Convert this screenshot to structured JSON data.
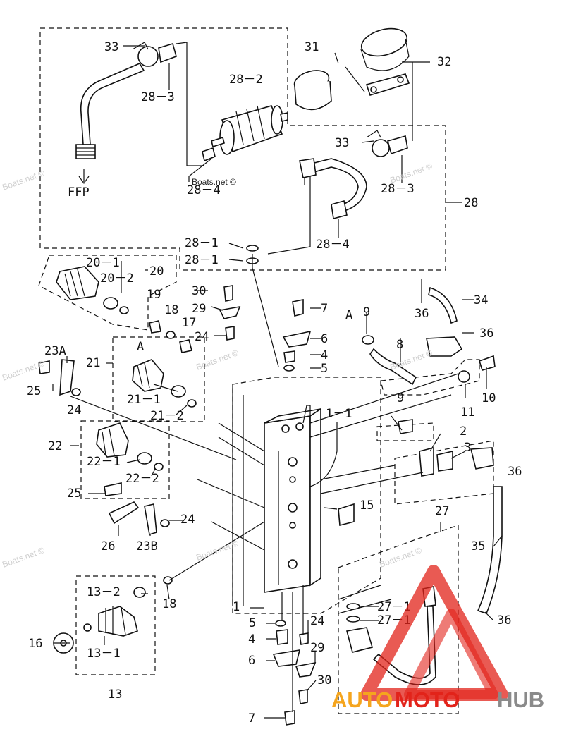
{
  "labels": {
    "l33a": "33",
    "l283a": "28－3",
    "l282": "28－2",
    "l31": "31",
    "l32": "32",
    "l33b": "33",
    "l283b": "28－3",
    "l284a": "28－4",
    "l284b": "28－4",
    "l28": "28",
    "l281a": "28－1",
    "l281b": "28－1",
    "ffp": "FFP",
    "l201": "20－1",
    "l202": "20－2",
    "l20": "20",
    "l19": "19",
    "l18a": "18",
    "l30a": "30",
    "l29a": "29",
    "l24a": "24",
    "l17": "17",
    "l7a": "7",
    "l6a": "6",
    "l4a": "4",
    "l5a": "5",
    "lA1": "A",
    "l9a": "9",
    "l36a": "36",
    "l34": "34",
    "l36b": "36",
    "l8": "8",
    "l23A": "23A",
    "l25a": "25",
    "l24b": "24",
    "l21": "21",
    "lA2": "A",
    "l211": "21－1",
    "l212": "21－2",
    "l10": "10",
    "l11": "11",
    "l9b": "9",
    "l11x": "1－1",
    "l2": "2",
    "l3": "3",
    "l36c": "36",
    "l22": "22",
    "l221": "22－1",
    "l222": "22－2",
    "l15": "15",
    "l25b": "25",
    "l24c": "24",
    "l26": "26",
    "l23B": "23B",
    "l27": "27",
    "l35": "35",
    "l132": "13－2",
    "l18b": "18",
    "l1": "1",
    "l5b": "5",
    "l24d": "24",
    "l271a": "27－1",
    "l271b": "27－1",
    "l36d": "36",
    "l16": "16",
    "l131": "13－1",
    "l4b": "4",
    "l6b": "6",
    "l29b": "29",
    "l30b": "30",
    "l13": "13",
    "l7b": "7"
  },
  "watermarks": {
    "w1": "Boats.net ©",
    "w2": "Boats.net ©",
    "w3": "Boats.net ©",
    "w4": "Boats.net ©",
    "w5": "Boats.net ©",
    "w6": "Boats.net ©",
    "w7": "Boats.net ©",
    "w8": "Boats.net ©",
    "w9": "Boats.net ©"
  },
  "brand": {
    "auto": "AUTO",
    "moto": "MOTO",
    "hub": "HUB"
  },
  "colors": {
    "line": "#111111",
    "brand_orange": "#f5a51e",
    "brand_red": "#e2231a",
    "brand_grey": "#8a8a8a",
    "watermark": "#cfcfcf"
  }
}
